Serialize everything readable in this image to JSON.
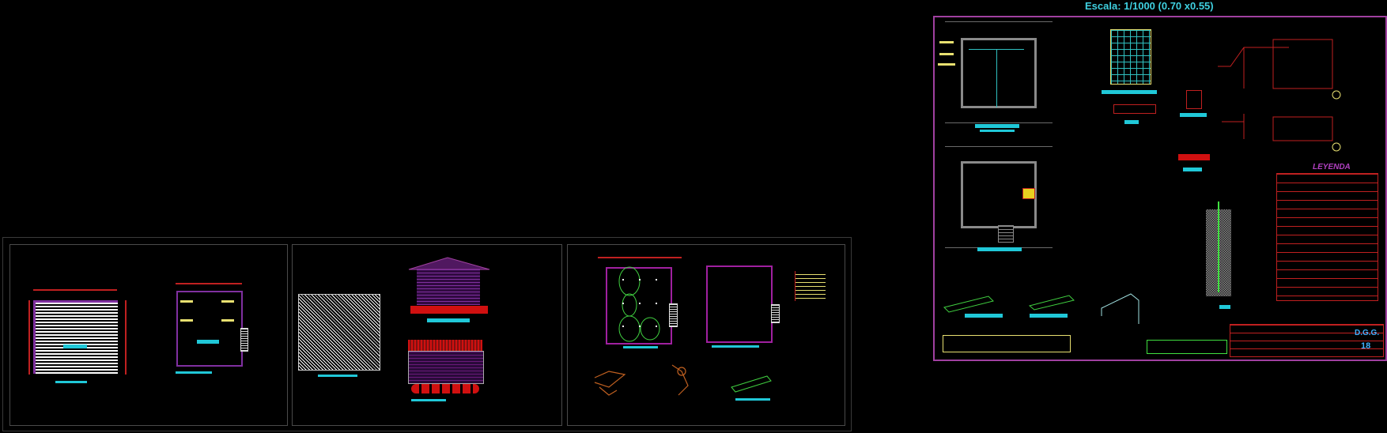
{
  "sheet": {
    "scale_label": "Escala: 1/1000 (0.70 x0.55)",
    "legend_title": "LEYENDA",
    "title_block": {
      "logo": "D.G.G.",
      "sheet_number": "18"
    }
  },
  "panels": [
    {
      "id": "panel-1",
      "content": "floor plans (roof plan + distribution plan)"
    },
    {
      "id": "panel-2",
      "content": "hatched roof plan + elevations"
    },
    {
      "id": "panel-3",
      "content": "electrical lighting plans + isometric details"
    },
    {
      "id": "panel-4",
      "content": "electrical installation sheet with legend and title block"
    }
  ],
  "colors": {
    "background": "#000000",
    "sheet_border": "#a040a0",
    "title": "#3fd0e0",
    "dimension": "#c02020",
    "annotation": "#e8e070",
    "label": "#20c8d8",
    "wiring": "#40e040"
  }
}
